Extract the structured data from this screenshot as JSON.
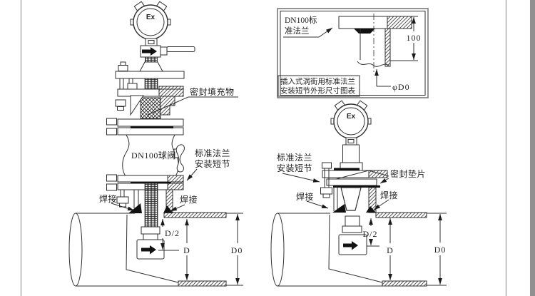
{
  "page": {
    "bg": "#ffffff",
    "line_color": "#2f2f2f",
    "border_gray": "#9a9a9a"
  },
  "inset": {
    "flange_label_line1": "DN100标",
    "flange_label_line2": "准法兰",
    "dim_height": "100",
    "dim_bore": "φD0",
    "caption_line1": "插入式涡街用标准法兰",
    "caption_line2": "安装短节外形尺寸图表"
  },
  "left_view": {
    "ex_marking": "Ex",
    "seal_packing_label": "密封填充物",
    "ball_valve_label": "DN100球阀",
    "stub_label_line1": "标准法兰",
    "stub_label_line2": "安装短节",
    "weld_label_left": "焊接",
    "weld_label_right": "焊接",
    "dim_insertion": "D/2",
    "dim_inner": "D",
    "dim_outer": "D0"
  },
  "right_view": {
    "ex_marking": "Ex",
    "stub_label_line1": "标准法兰",
    "stub_label_line2": "安装短节",
    "gasket_label": "密封垫片",
    "weld_label_left": "焊接",
    "weld_label_right": "焊接",
    "dim_insertion": "D/2",
    "dim_inner": "D",
    "dim_outer": "D0"
  }
}
